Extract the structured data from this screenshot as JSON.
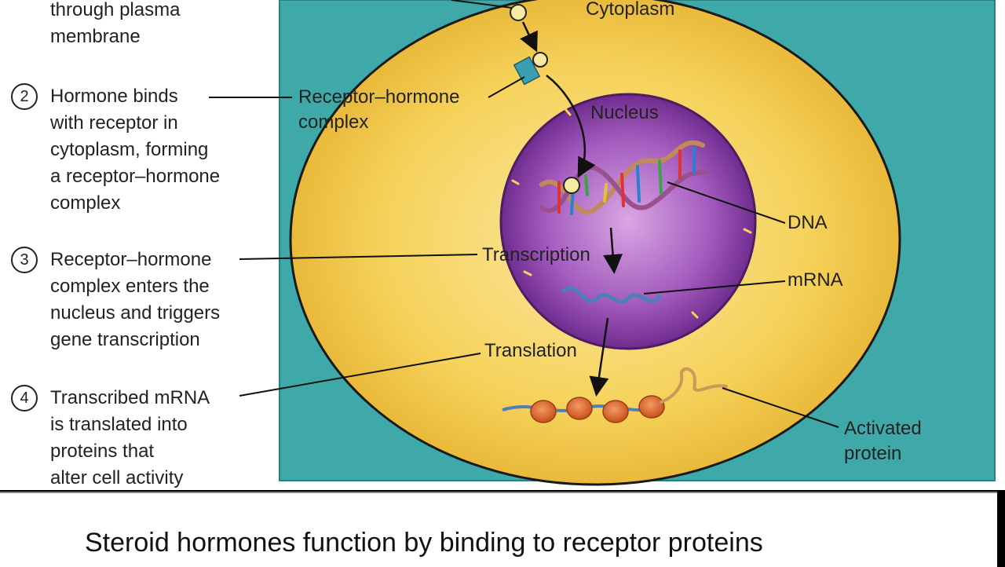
{
  "steps": [
    {
      "number": "",
      "lines": [
        "through plasma",
        "membrane"
      ]
    },
    {
      "number": "2",
      "lines": [
        "Hormone binds",
        "with receptor in",
        "cytoplasm, forming",
        "a receptor–hormone",
        "complex"
      ]
    },
    {
      "number": "3",
      "lines": [
        "Receptor–hormone",
        "complex enters the",
        "nucleus and triggers",
        "gene transcription"
      ]
    },
    {
      "number": "4",
      "lines": [
        "Transcribed mRNA",
        "is translated into",
        "proteins that",
        "alter cell activity"
      ]
    }
  ],
  "labels": {
    "cytoplasm": "Cytoplasm",
    "receptor_hormone_complex": [
      "Receptor–hormone",
      "complex"
    ],
    "nucleus": "Nucleus",
    "dna": "DNA",
    "transcription": "Transcription",
    "mrna": "mRNA",
    "translation": "Translation",
    "activated_protein": [
      "Activated",
      "protein"
    ]
  },
  "caption": "Steroid hormones function by binding to receptor proteins",
  "colors": {
    "background_teal": "#3fa8a8",
    "cytoplasm_yellow": "#f6d25a",
    "nucleus_purple": "#8a3fa8",
    "ribosome_orange": "#e06a2c"
  }
}
